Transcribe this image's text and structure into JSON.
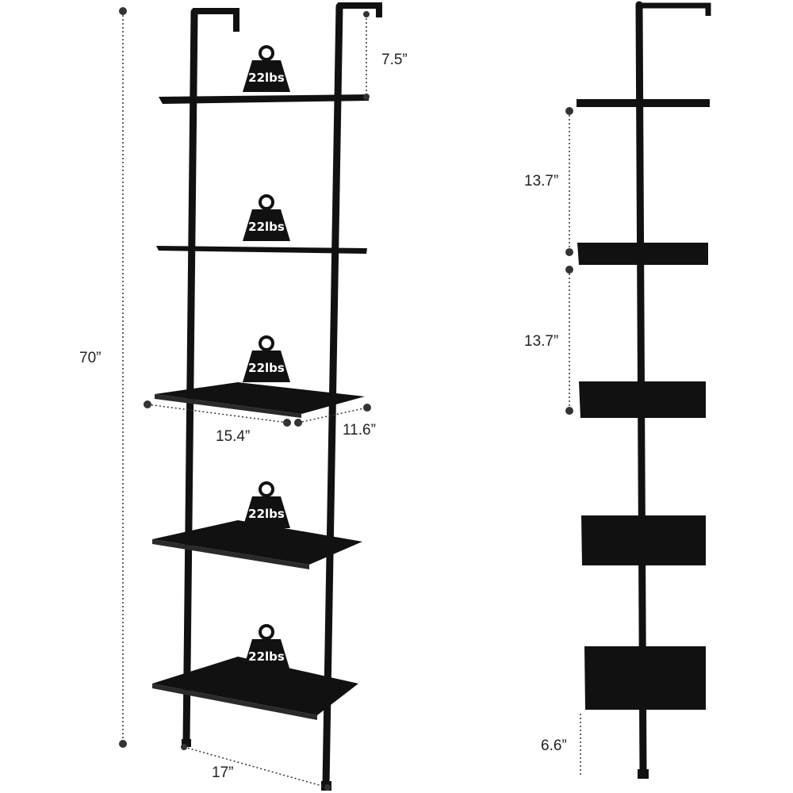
{
  "product": "ladder-shelf",
  "colors": {
    "shelf": "#111111",
    "frame": "#111111",
    "dimension": "#333333",
    "background": "#ffffff"
  },
  "front_view": {
    "shelf_load_labels": [
      "22lbs",
      "22lbs",
      "22lbs",
      "22lbs",
      "22lbs"
    ],
    "dimensions": {
      "total_height": "70”",
      "hook_height": "7.5”",
      "shelf_width": "15.4”",
      "shelf_depth": "11.6”",
      "base_depth": "17”"
    }
  },
  "side_view": {
    "dimensions": {
      "shelf_gap_1": "13.7”",
      "shelf_gap_2": "13.7”",
      "bottom_clearance": "6.6”"
    }
  }
}
